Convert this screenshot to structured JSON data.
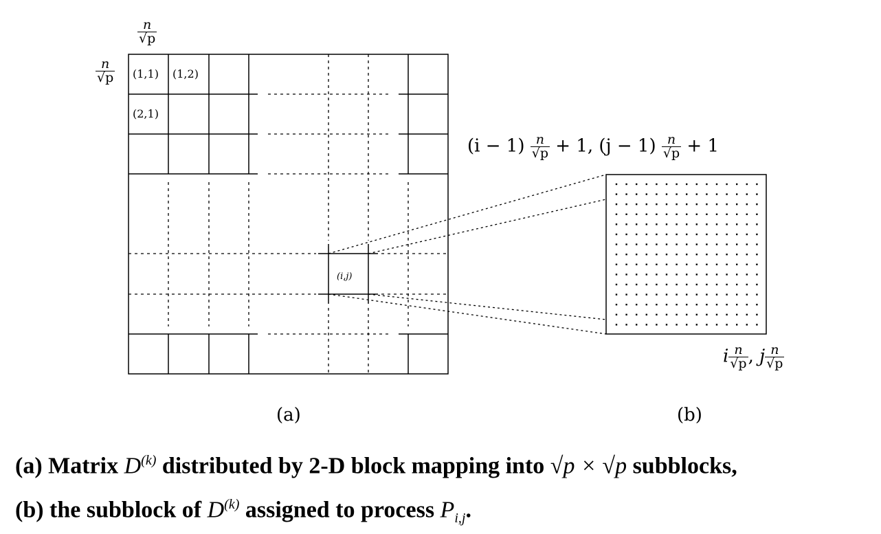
{
  "labels": {
    "n": "n",
    "sqrt_p": "√p",
    "i": "i",
    "j": "j",
    "cell_11": "(1,1)",
    "cell_12": "(1,2)",
    "cell_21": "(2,1)",
    "cell_ij": "(i,j)",
    "top_left_coord_prefix": "(i − 1)",
    "top_left_coord_mid": "+ 1, (j − 1)",
    "top_left_coord_suffix": "+ 1",
    "comma": ",",
    "panel_a": "(a)",
    "panel_b": "(b)"
  },
  "caption": {
    "line1_a": "(a) Matrix ",
    "line1_D": "D",
    "line1_k": "(k)",
    "line1_b": " distributed by 2-D block mapping into ",
    "line1_sqrtp1": "√p",
    "line1_times": " × ",
    "line1_sqrtp2": "√p",
    "line1_c": " subblocks,",
    "line2_a": "(b) the subblock of ",
    "line2_D": "D",
    "line2_k": "(k)",
    "line2_b": " assigned to process ",
    "line2_P": "P",
    "line2_sub": "i,j",
    "line2_c": "."
  }
}
